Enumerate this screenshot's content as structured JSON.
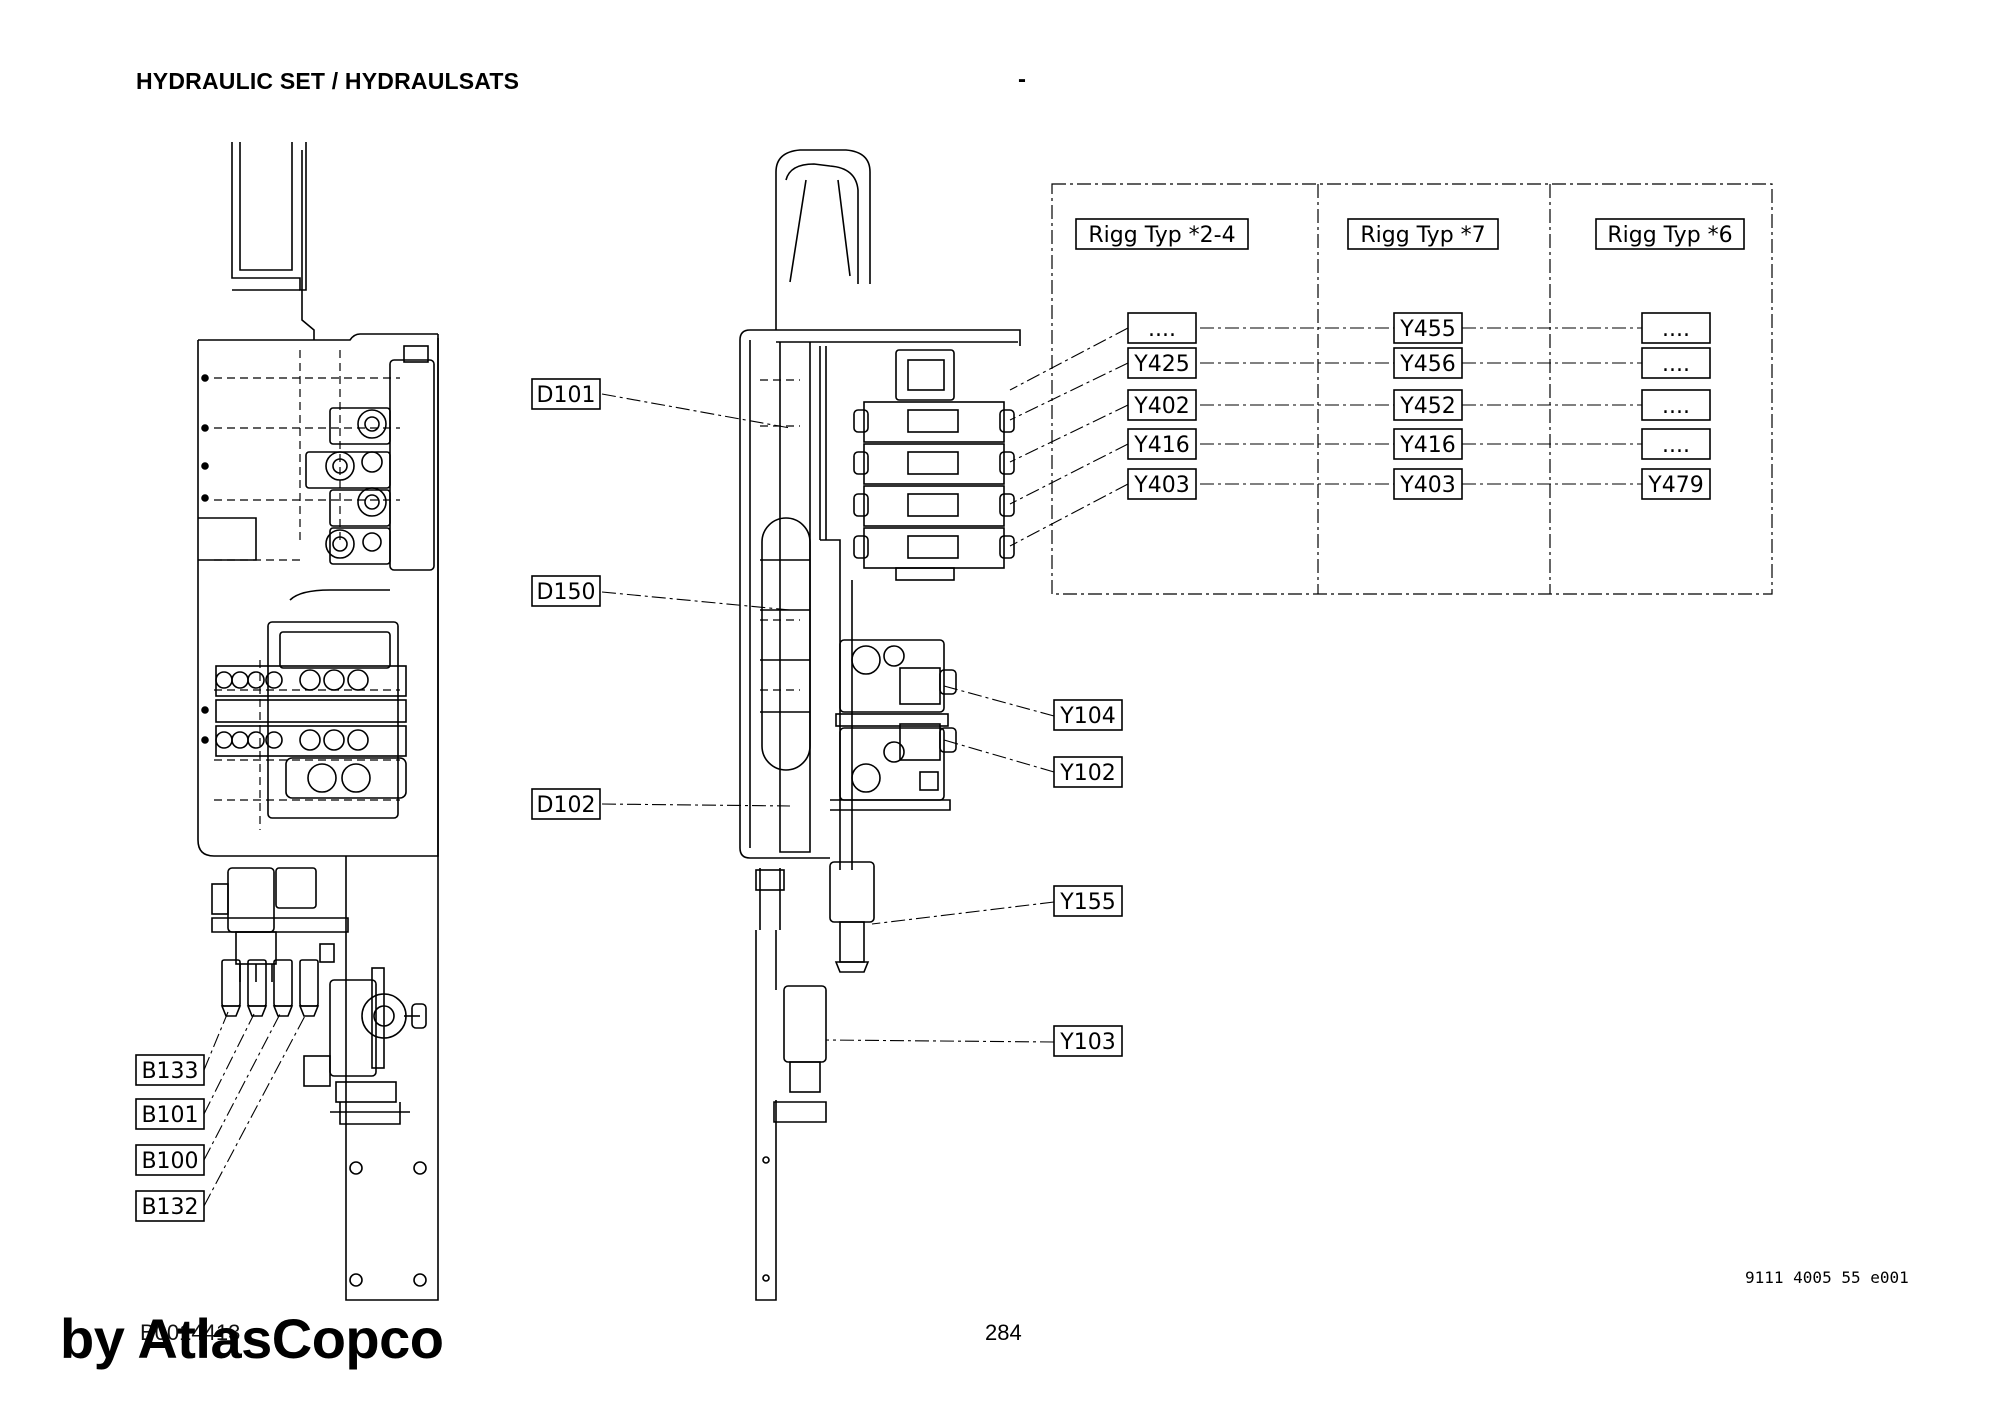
{
  "header": {
    "title": "HYDRAULIC SET / HYDRAULSATS",
    "dash": "-"
  },
  "footer": {
    "figure_ref": "B0014413",
    "page_number": "284",
    "doc_number": "9111 4005 55 e001",
    "watermark": "by AtlasCopco"
  },
  "table": {
    "columns": [
      "Rigg Typ *2-4",
      "Rigg Typ *7",
      "Rigg Typ *6"
    ],
    "rows": [
      [
        "....",
        "Y455",
        "...."
      ],
      [
        "Y425",
        "Y456",
        "...."
      ],
      [
        "Y402",
        "Y452",
        "...."
      ],
      [
        "Y416",
        "Y416",
        "...."
      ],
      [
        "Y403",
        "Y403",
        "Y479"
      ]
    ]
  },
  "callouts": {
    "d101": "D101",
    "d150": "D150",
    "d102": "D102",
    "y104": "Y104",
    "y102": "Y102",
    "y155": "Y155",
    "y103": "Y103",
    "b133": "B133",
    "b101": "B101",
    "b100": "B100",
    "b132": "B132"
  }
}
